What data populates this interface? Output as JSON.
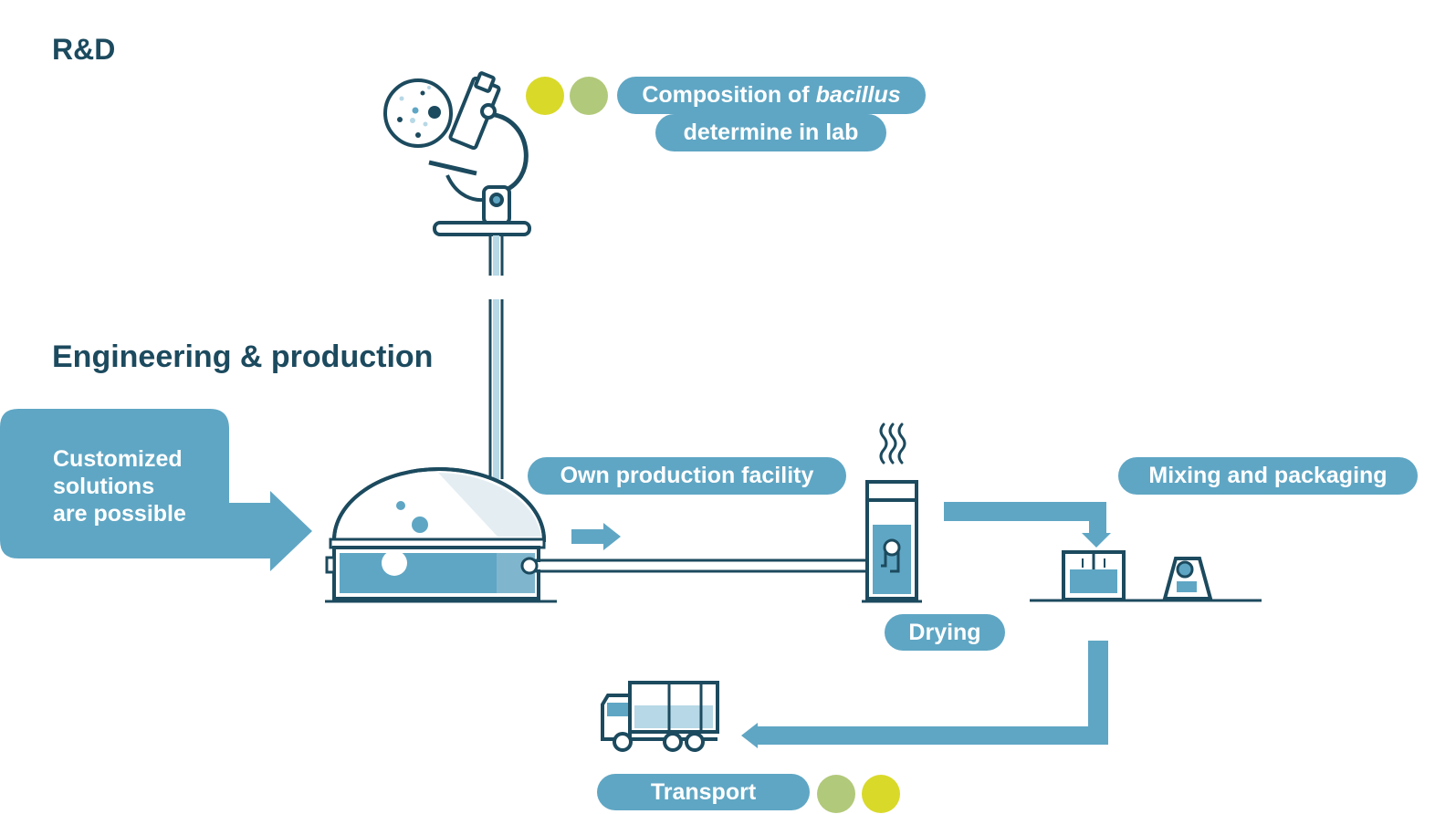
{
  "headings": {
    "rd": "R&D",
    "engineering": "Engineering & production"
  },
  "labels": {
    "composition_prefix": "Composition of ",
    "composition_italic": "bacillus",
    "determine_in_lab": "determine in lab",
    "own_production": "Own production facility",
    "mixing_packaging": "Mixing and packaging",
    "drying": "Drying",
    "transport": "Transport"
  },
  "custom_solutions": {
    "line1": "Customized",
    "line2": "solutions",
    "line3": "are possible"
  },
  "colors": {
    "dark": "#1c4a5e",
    "blue": "#5fa6c4",
    "light_blue": "#b7d8e6",
    "pale": "#e4eef2",
    "yellow": "#d9d92a",
    "green": "#b1c97a"
  },
  "icons": [
    "microscope-icon",
    "petri-dish-icon",
    "bioreactor-icon",
    "dryer-icon",
    "steam-icon",
    "mixer-icon",
    "packaging-icon",
    "truck-icon"
  ]
}
